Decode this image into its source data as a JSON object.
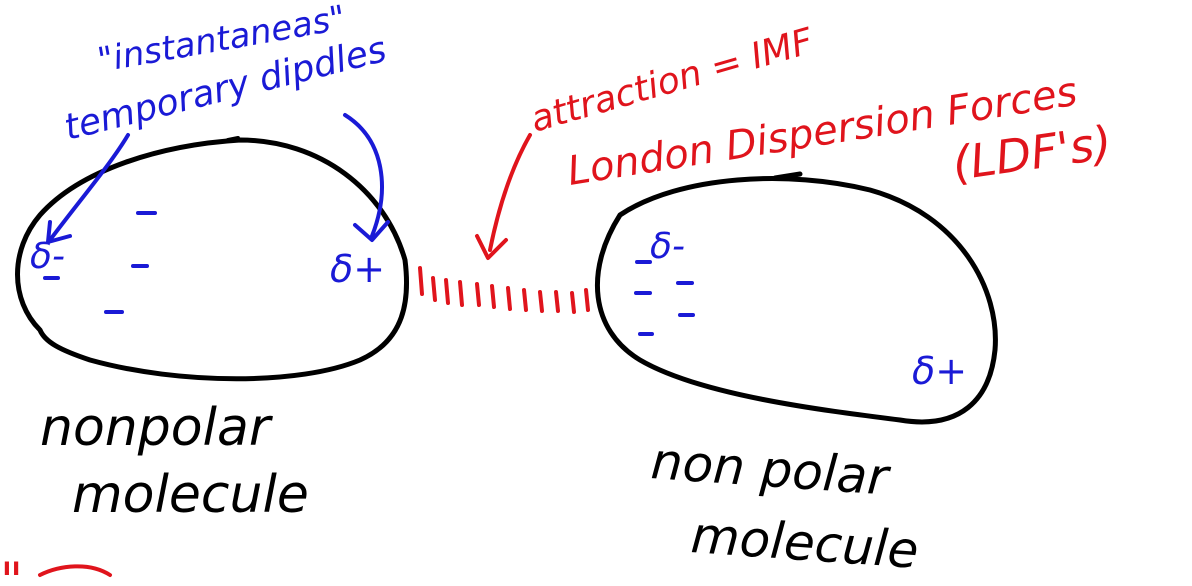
{
  "colors": {
    "ink_black": "#000000",
    "ink_blue": "#1a1ad6",
    "ink_red": "#e0141c",
    "background": "#ffffff"
  },
  "annotations": {
    "instantaneous_line1": "\"instantaneas\"",
    "instantaneous_line2": "temporary dipdles",
    "attraction_line1": "attraction = IMF",
    "attraction_line2": "London Dispersion Forces",
    "attraction_line3": "(LDF's)"
  },
  "molecule_left": {
    "label_line1": "nonpolar",
    "label_line2": "molecule",
    "partial_negative": "δ-",
    "partial_positive": "δ+",
    "electron_marks": [
      "-",
      "-",
      "-",
      "-"
    ]
  },
  "molecule_right": {
    "label_line1": "non polar",
    "label_line2": "molecule",
    "partial_negative": "δ-",
    "partial_positive": "δ+",
    "electron_marks": [
      "-",
      "-",
      "-",
      "-",
      "-"
    ]
  },
  "footer_partial": "\" "
}
